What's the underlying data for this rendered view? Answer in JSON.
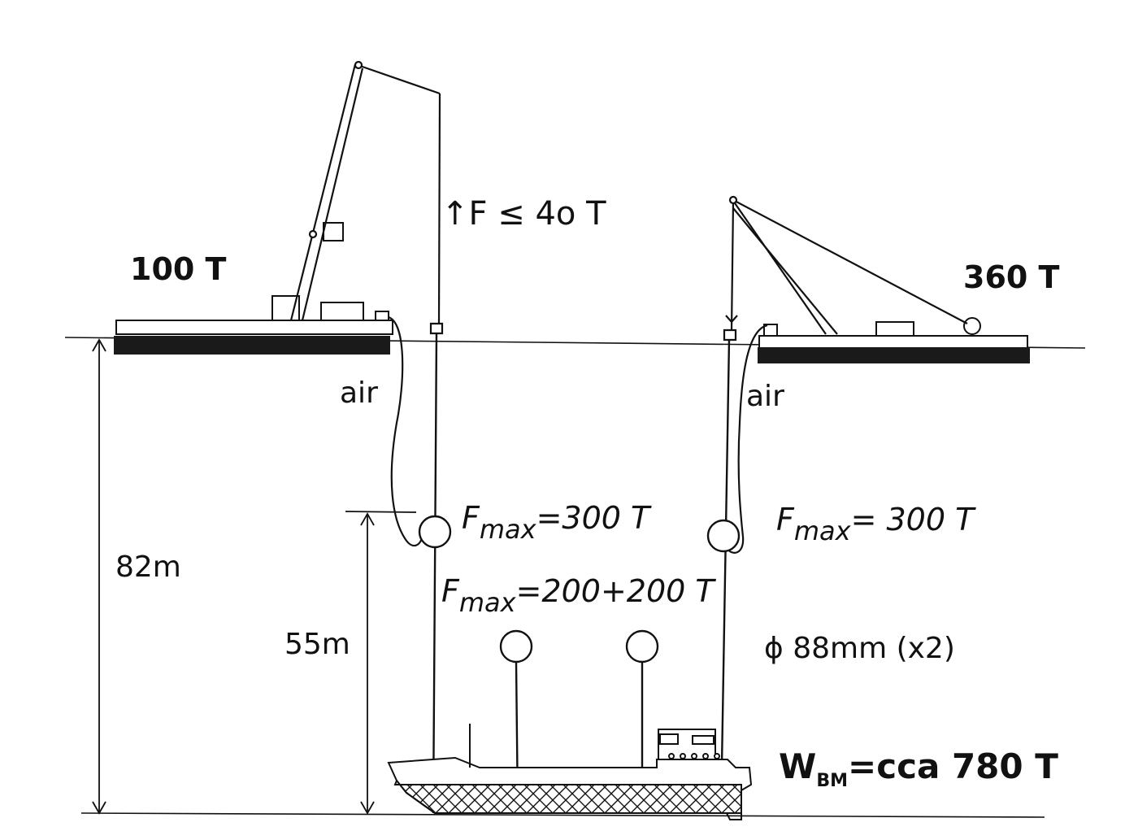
{
  "labels": {
    "barge_left_capacity": "100 T",
    "barge_right_capacity": "360 T",
    "crane_pull_force": "↑F ≤ 4o T",
    "air_left": "air",
    "air_right": "air",
    "depth_total": "82m",
    "depth_lift": "55m",
    "buoy_left_F": "F",
    "buoy_left_sub": "max",
    "buoy_left_val": "=300 T",
    "buoy_right_F": "F",
    "buoy_right_sub": "max",
    "buoy_right_val": "= 300 T",
    "buoy_mid_F": "F",
    "buoy_mid_sub": "max",
    "buoy_mid_val": "=200+200 T",
    "cable_spec": "ϕ 88mm (x2)",
    "wreck_weight_W": "W",
    "wreck_weight_sub": "BM",
    "wreck_weight_val": "=cca 780 T"
  },
  "colors": {
    "ink": "#111111",
    "barge_hull": "#1a1a1a",
    "paper": "#ffffff"
  }
}
